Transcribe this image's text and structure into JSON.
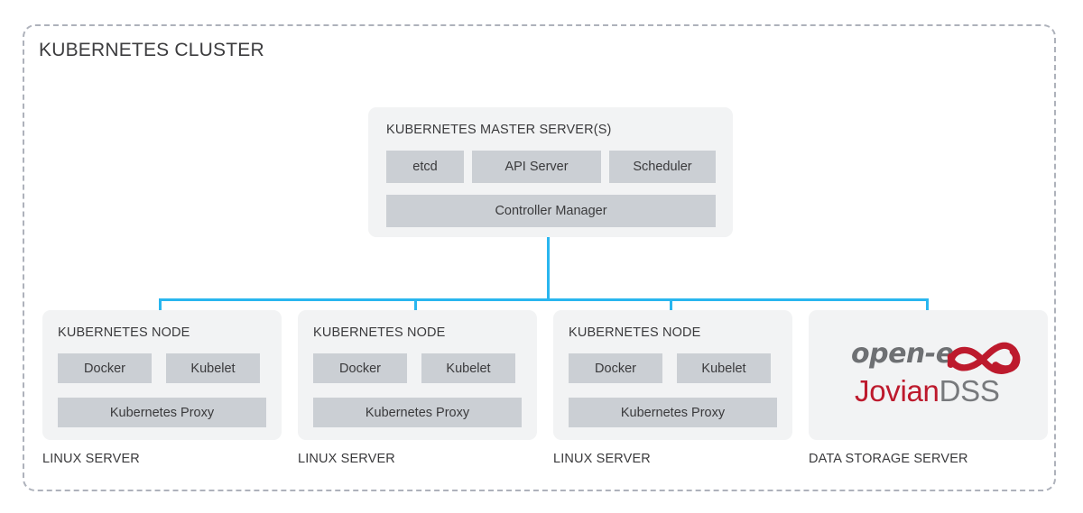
{
  "cluster": {
    "title": "KUBERNETES CLUSTER",
    "frame_style": "dashed",
    "frame_color": "#aeb2bb"
  },
  "colors": {
    "panel_background": "#f2f3f4",
    "chip_background": "#cbcfd4",
    "text": "#3a3a3c",
    "connector": "#29b6ef",
    "logo_red": "#bd1a2d",
    "logo_gray": "#6e7073"
  },
  "master": {
    "title": "KUBERNETES MASTER SERVER(S)",
    "components_row1": [
      "etcd",
      "API Server",
      "Scheduler"
    ],
    "components_row2": [
      "Controller Manager"
    ]
  },
  "nodes": [
    {
      "title": "KUBERNETES NODE",
      "docker": "Docker",
      "kubelet": "Kubelet",
      "proxy": "Kubernetes Proxy",
      "server_label": "LINUX SERVER"
    },
    {
      "title": "KUBERNETES NODE",
      "docker": "Docker",
      "kubelet": "Kubelet",
      "proxy": "Kubernetes Proxy",
      "server_label": "LINUX SERVER"
    },
    {
      "title": "KUBERNETES NODE",
      "docker": "Docker",
      "kubelet": "Kubelet",
      "proxy": "Kubernetes Proxy",
      "server_label": "LINUX SERVER"
    }
  ],
  "storage": {
    "logo_open_e": "open-e",
    "logo_jovian": "Jovian",
    "logo_dss": "DSS",
    "logo_icon": "infinity-icon",
    "server_label": "DATA STORAGE SERVER"
  }
}
